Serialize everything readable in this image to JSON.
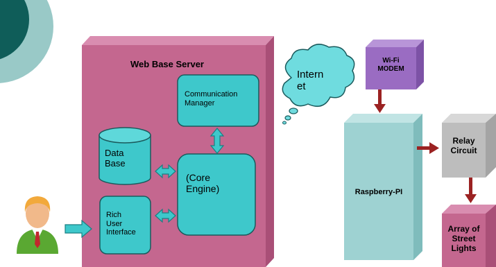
{
  "server": {
    "title": "Web Base Server"
  },
  "modules": {
    "communication_manager": "Communication\nManager",
    "database": "Data\nBase",
    "core_engine": "(Core\nEngine)",
    "rich_ui": "Rich\nUser\nInterface"
  },
  "cloud": {
    "label": "Intern\net"
  },
  "hardware": {
    "wifi_modem": "Wi-Fi\nMODEM",
    "raspberry_pi": "Raspberry-PI",
    "relay": "Relay\nCircuit",
    "street_lights": "Array of\nStreet\nLights"
  },
  "colors": {
    "server_front": "#c4678f",
    "server_side": "#a94f77",
    "server_top": "#d98db0",
    "module_fill": "#3ec8cb",
    "module_stroke": "#1a5a5c",
    "arrow_fill": "#3ec8cb",
    "arrow_stroke": "#1a7f82",
    "modem": "#9a6cc2",
    "raspberry": "#9ed2d2",
    "relay": "#bdbdbd",
    "lights": "#c4678f",
    "dark_arrow": "#9b2222",
    "deco_dark": "#0f5d59",
    "deco_light": "#99c9c7"
  },
  "icons": [
    "user-icon",
    "cloud-icon"
  ]
}
